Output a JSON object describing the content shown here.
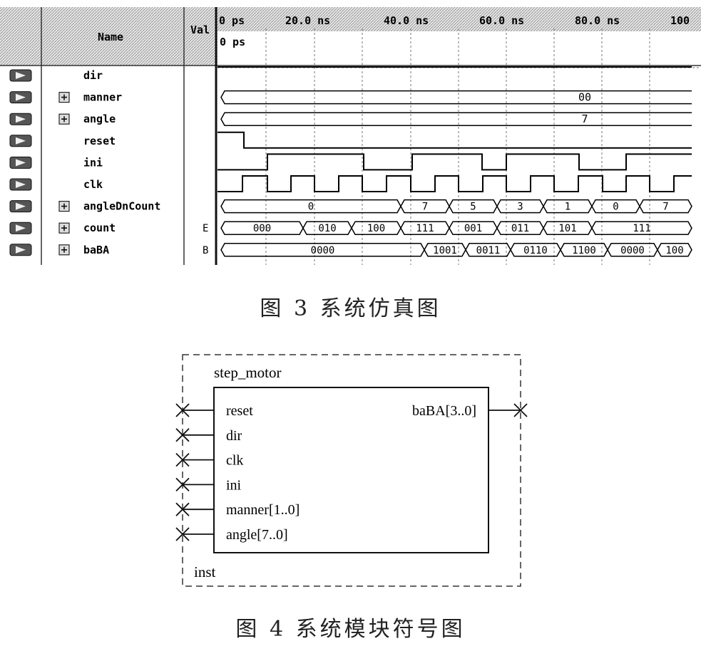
{
  "simulation": {
    "headers": {
      "name": "Name",
      "value": "Val",
      "cursor": "0 ps"
    },
    "time_labels": [
      "0 ps",
      "20.0 ns",
      "40.0 ns",
      "60.0 ns",
      "80.0 ns",
      "100"
    ],
    "signals": [
      {
        "name": "dir",
        "expand": false,
        "value": "",
        "bus_value": ""
      },
      {
        "name": "manner",
        "expand": true,
        "value": "",
        "bus_value": "00"
      },
      {
        "name": "angle",
        "expand": true,
        "value": "",
        "bus_value": "7"
      },
      {
        "name": "reset",
        "expand": false,
        "value": "",
        "bus_value": ""
      },
      {
        "name": "ini",
        "expand": false,
        "value": "",
        "bus_value": ""
      },
      {
        "name": "clk",
        "expand": false,
        "value": "",
        "bus_value": ""
      },
      {
        "name": "angleDnCount",
        "expand": true,
        "value": "",
        "bus_value": ""
      },
      {
        "name": "count",
        "expand": true,
        "value": "E",
        "bus_value": ""
      },
      {
        "name": "baBA",
        "expand": true,
        "value": "B",
        "bus_value": ""
      }
    ],
    "angleDnCount_values": [
      "0",
      "7",
      "5",
      "3",
      "1",
      "0",
      "7"
    ],
    "count_values": [
      "000",
      "010",
      "100",
      "111",
      "001",
      "011",
      "101",
      "111"
    ],
    "baBA_values": [
      "0000",
      "1001",
      "0011",
      "0110",
      "1100",
      "0000",
      "100"
    ]
  },
  "caption3": "图 3   系统仿真图",
  "symbol": {
    "name": "step_motor",
    "inputs": [
      "reset",
      "dir",
      "clk",
      "ini",
      "manner[1..0]",
      "angle[7..0]"
    ],
    "outputs": [
      "baBA[3..0]"
    ],
    "instance": "inst"
  },
  "caption4": "图 4   系统模块符号图"
}
